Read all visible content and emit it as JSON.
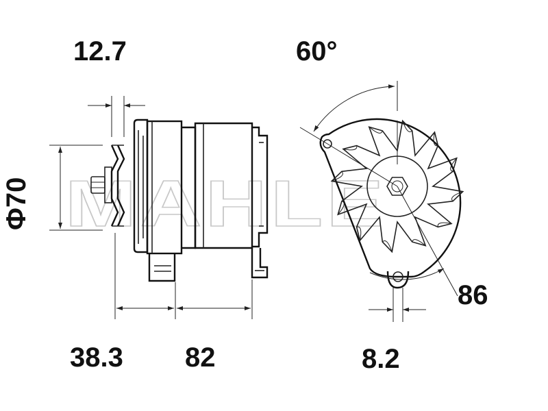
{
  "figure": {
    "type": "technical drawing",
    "line_color": "#222222",
    "watermark_text": "MAHLE"
  },
  "dimensions": {
    "top_left": "12.7",
    "top_right": "60°",
    "left_vertical": "Φ70",
    "bottom_left": "38.3",
    "bottom_middle": "82",
    "bottom_right": "8.2",
    "right": "86"
  }
}
